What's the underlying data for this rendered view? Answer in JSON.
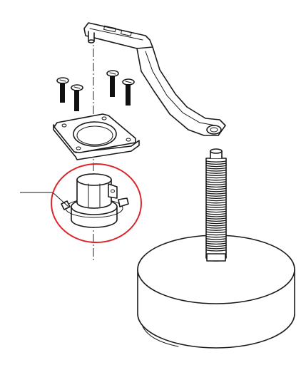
{
  "diagram": {
    "parts": [
      {
        "name": "mounting-bracket"
      },
      {
        "name": "screws",
        "count": 4
      },
      {
        "name": "mounting-plate"
      },
      {
        "name": "hose-collar"
      },
      {
        "name": "threaded-rod"
      },
      {
        "name": "base-weight"
      }
    ]
  },
  "highlight": {
    "color": "#d9262a",
    "target": "hose-collar"
  },
  "colors": {
    "ink": "#1a1a1a",
    "background": "#ffffff"
  }
}
